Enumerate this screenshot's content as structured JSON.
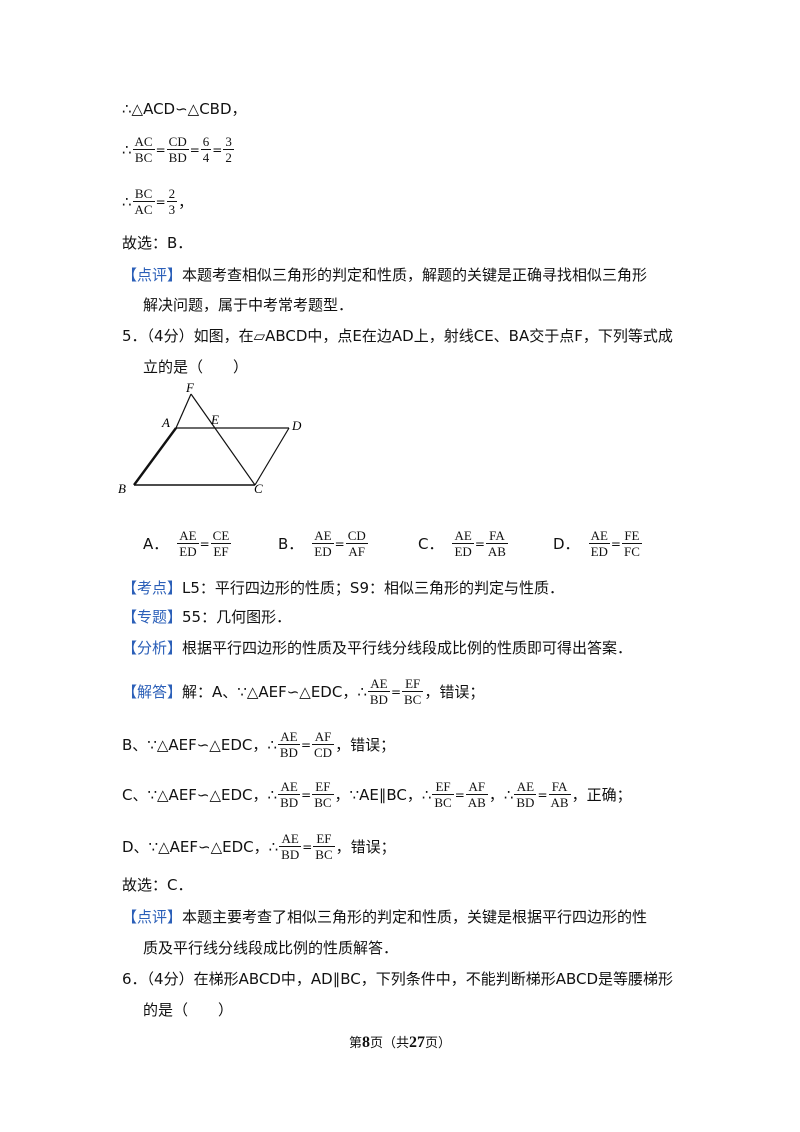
{
  "lines": {
    "l1": "∴△ACD∽△CBD，",
    "therefore": "∴",
    "l2_f1": [
      "AC",
      "BC"
    ],
    "l2_f2": [
      "CD",
      "BD"
    ],
    "l2_f3": [
      "6",
      "4"
    ],
    "l2_f4": [
      "3",
      "2"
    ],
    "l3_f1": [
      "BC",
      "AC"
    ],
    "l3_f2": [
      "2",
      "3"
    ],
    "l3_tail": "，",
    "choice1": "故选：B．",
    "dianping_tag": "【点评】",
    "dianping1_a": "本题考查相似三角形的判定和性质，解题的关键是正确寻找相似三角形",
    "dianping1_b": "解决问题，属于中考常考题型．",
    "q5_a": "5．（4分）如图，在▱ABCD中，点E在边AD上，射线CE、BA交于点F，下列等式成",
    "q5_b": "立的是（　　）",
    "kaodian_tag": "【考点】",
    "kaodian": "L5：平行四边形的性质；S9：相似三角形的判定与性质．",
    "zhuanti_tag": "【专题】",
    "zhuanti": "55：几何图形．",
    "fenxi_tag": "【分析】",
    "fenxi": "根据平行四边形的性质及平行线分线段成比例的性质即可得出答案．",
    "jieda_tag": "【解答】",
    "jieda_a": "解：A、∵△AEF∽△EDC，∴",
    "wrong": "，错误；",
    "right": "，正确；",
    "b_pre": "B、∵△AEF∽△EDC，∴",
    "c_pre": "C、∵△AEF∽△EDC，∴",
    "c_mid1": "，∵AE∥BC，∴",
    "c_mid2": "，∴",
    "d_pre": "D、∵△AEF∽△EDC，∴",
    "choice2": "故选：C．",
    "dianping2_a": "本题主要考查了相似三角形的判定和性质，关键是根据平行四边形的性",
    "dianping2_b": "质及平行线分线段成比例的性质解答．",
    "q6_a": "6．（4分）在梯形ABCD中，AD∥BC，下列条件中，不能判断梯形ABCD是等腰梯形",
    "q6_b": "的是（　　）"
  },
  "options": [
    {
      "label": "A．",
      "left": [
        "AE",
        "ED"
      ],
      "right": [
        "CE",
        "EF"
      ]
    },
    {
      "label": "B．",
      "left": [
        "AE",
        "ED"
      ],
      "right": [
        "CD",
        "AF"
      ]
    },
    {
      "label": "C．",
      "left": [
        "AE",
        "ED"
      ],
      "right": [
        "FA",
        "AB"
      ]
    },
    {
      "label": "D．",
      "left": [
        "AE",
        "ED"
      ],
      "right": [
        "FE",
        "FC"
      ]
    }
  ],
  "solution_fracs": {
    "a1": [
      "AE",
      "BD"
    ],
    "a2": [
      "EF",
      "BC"
    ],
    "b1": [
      "AE",
      "BD"
    ],
    "b2": [
      "AF",
      "CD"
    ],
    "c1": [
      "AE",
      "BD"
    ],
    "c2": [
      "EF",
      "BC"
    ],
    "c3": [
      "EF",
      "BC"
    ],
    "c4": [
      "AF",
      "AB"
    ],
    "c5": [
      "AE",
      "BD"
    ],
    "c6": [
      "FA",
      "AB"
    ],
    "d1": [
      "AE",
      "BD"
    ],
    "d2": [
      "EF",
      "BC"
    ]
  },
  "equals": "=",
  "figure": {
    "F": "F",
    "A": "A",
    "E": "E",
    "D": "D",
    "B": "B",
    "C": "C"
  },
  "footer": {
    "pre": "第",
    "page": "8",
    "mid": "页（共",
    "total": "27",
    "post": "页）"
  }
}
